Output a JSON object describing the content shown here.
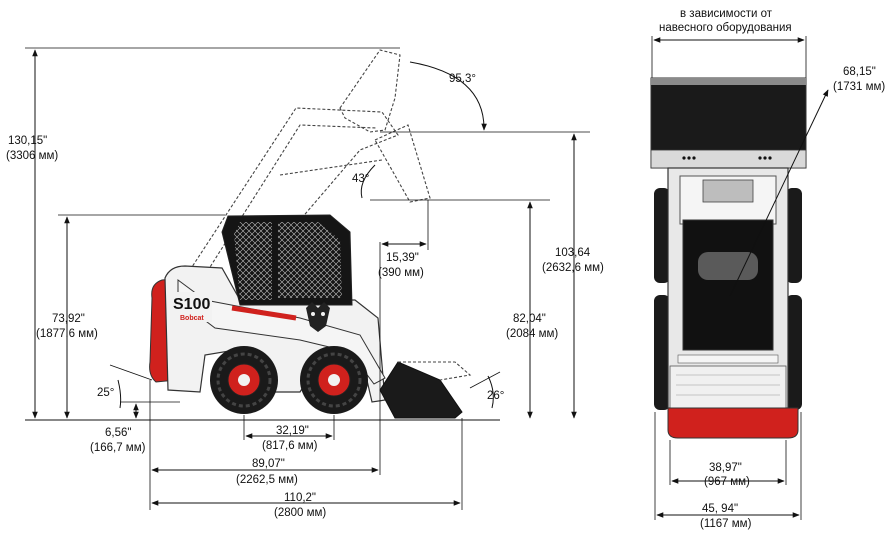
{
  "side_view": {
    "height_total": {
      "value": "130,15\"",
      "metric": "(3306 мм)"
    },
    "cab_height": {
      "value": "73,92\"",
      "metric": "(1877,6 мм)"
    },
    "dump_height": {
      "value": "103,64",
      "metric": "(2632,6 мм)"
    },
    "hinge_pin": {
      "value": "82,04\"",
      "metric": "(2084 мм)"
    },
    "reach": {
      "value": "15,39\"",
      "metric": "(390 мм)"
    },
    "wheelbase": {
      "value": "32,19\"",
      "metric": "(817,6 мм)"
    },
    "length_no_bucket": {
      "value": "89,07\"",
      "metric": "(2262,5 мм)"
    },
    "length_total": {
      "value": "110,2\"",
      "metric": "(2800 мм)"
    },
    "ground_clearance": {
      "value": "6,56\"",
      "metric": "(166,7 мм)"
    },
    "angle_dump": "43°",
    "angle_rollback": "95,3°",
    "angle_departure": "25°",
    "angle_bucket": "26°",
    "model_label": "S100",
    "brand_label": "Bobcat"
  },
  "front_view": {
    "attachment_note_line1": "в зависимости от",
    "attachment_note_line2": "навесного оборудования",
    "turning_radius": {
      "value": "68,15\"",
      "metric": "(1731 мм)"
    },
    "tread_width": {
      "value": "38,97\"",
      "metric": "(967 мм)"
    },
    "overall_width": {
      "value": "45, 94\"",
      "metric": "(1167 мм)"
    }
  },
  "colors": {
    "accent_red": "#d0211d",
    "body_white": "#f2f2f2",
    "cab_black": "#151515"
  }
}
